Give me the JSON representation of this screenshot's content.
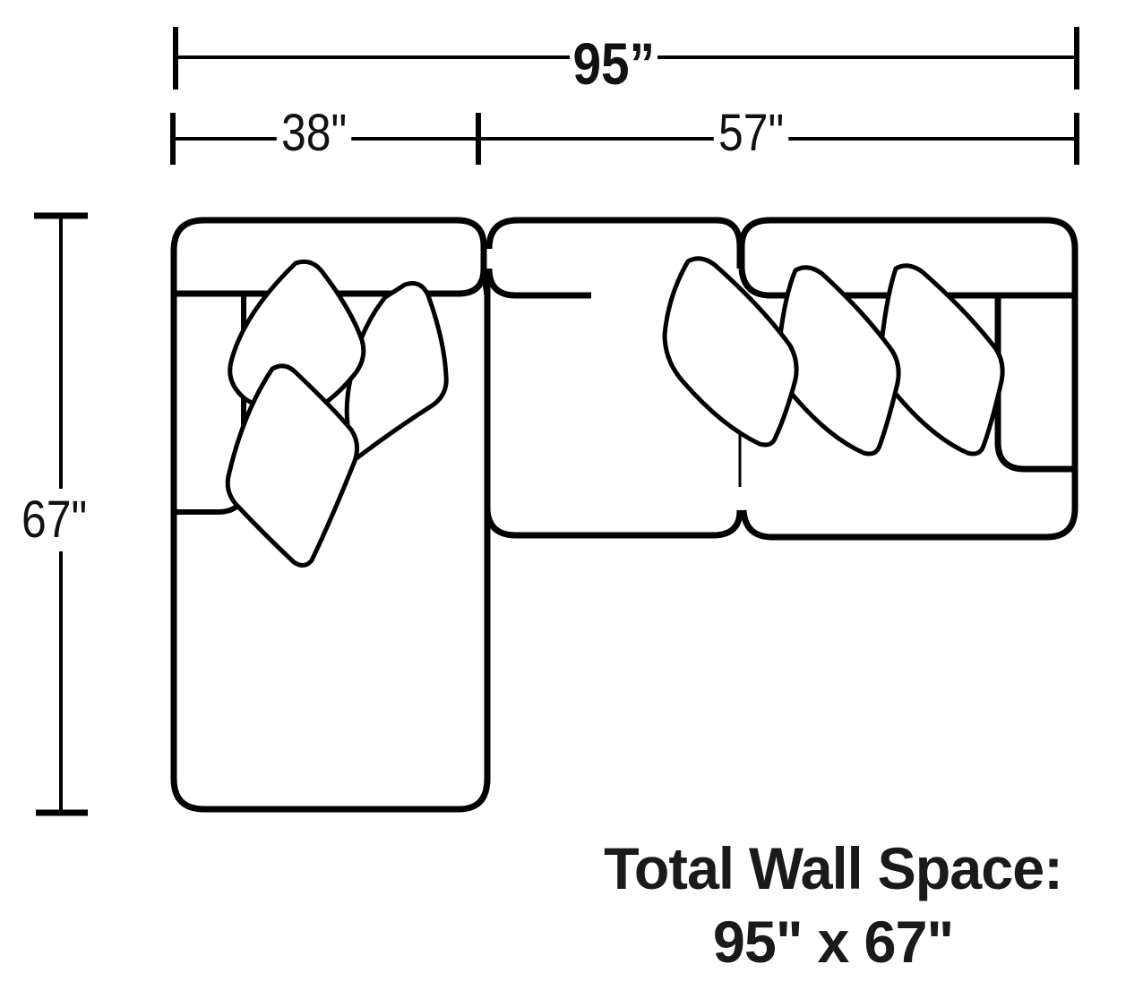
{
  "diagram": {
    "type": "sectional-sofa-dimension-diagram",
    "colors": {
      "line": "#000000",
      "text": "#111111",
      "background": "#ffffff"
    },
    "dimensions": {
      "overall_width": "95”",
      "left_section_width": "38\"",
      "right_section_width": "57\"",
      "depth": "67\""
    },
    "components": [
      {
        "name": "Chaise (left)",
        "pillows": 3
      },
      {
        "name": "Armless seat (middle)",
        "pillows": 0
      },
      {
        "name": "Arm loveseat (right)",
        "pillows": 3
      }
    ],
    "total_wall_space": {
      "label": "Total Wall Space:",
      "value": "95\" x 67\""
    }
  }
}
